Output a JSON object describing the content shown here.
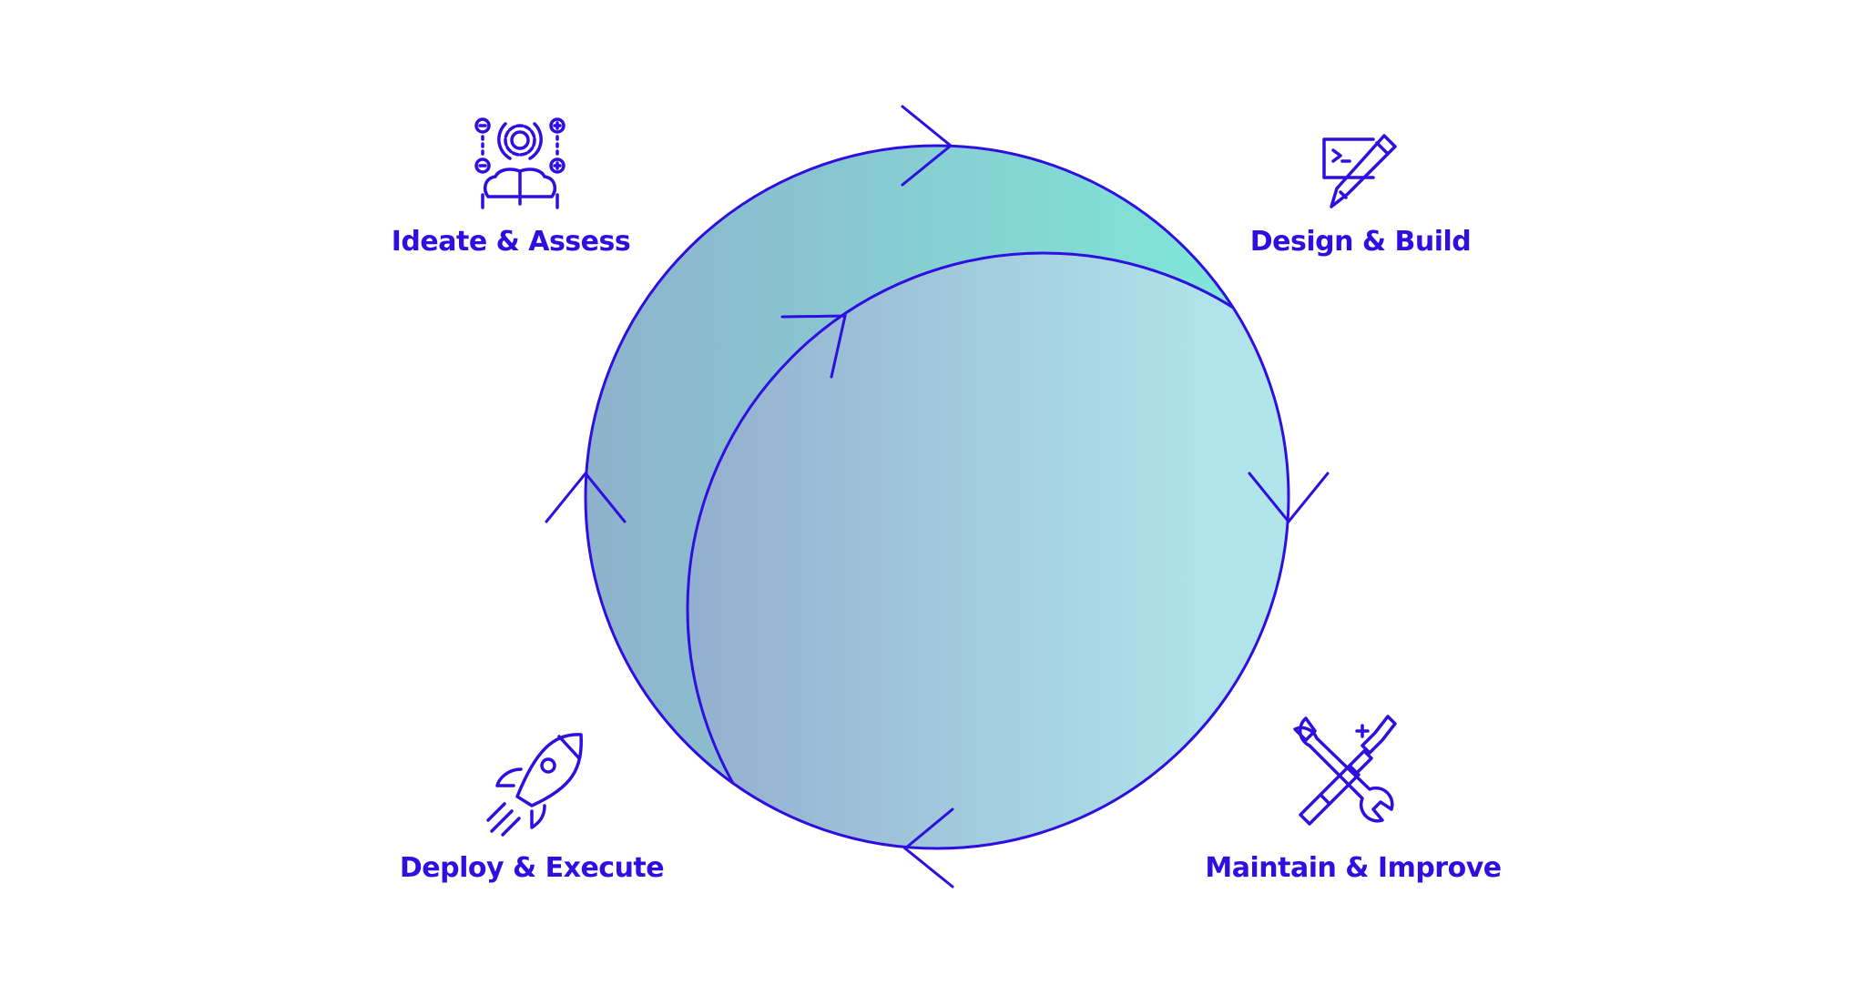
{
  "colors": {
    "stroke": "#2f0fe0",
    "outer_left": "#8eb2cc",
    "outer_right": "#7eecd9",
    "inner_left": "#93afcf",
    "inner_right": "#b0e8ec"
  },
  "stages": [
    {
      "label": "Ideate & Assess",
      "icon": "brain-gear-icon"
    },
    {
      "label": "Design & Build",
      "icon": "pencil-terminal-icon"
    },
    {
      "label": "Maintain & Improve",
      "icon": "wrench-screwdriver-icon"
    },
    {
      "label": "Deploy & Execute",
      "icon": "rocket-icon"
    }
  ]
}
